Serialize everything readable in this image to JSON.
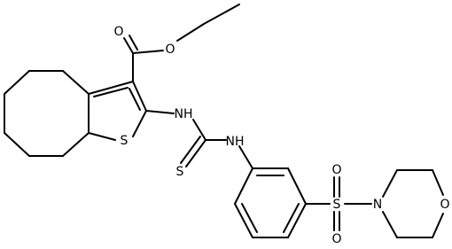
{
  "structure": {
    "atoms": {
      "ester_carbonyl_o": "O",
      "ester_o": "O",
      "thiophene_s": "S",
      "nh_left": "NH",
      "nh_right": "NH",
      "thiourea_s": "S",
      "sulfonyl_s": "S",
      "sulfonyl_o_top": "O",
      "sulfonyl_o_bottom": "O",
      "morpholine_n": "N",
      "morpholine_o": "O"
    }
  }
}
